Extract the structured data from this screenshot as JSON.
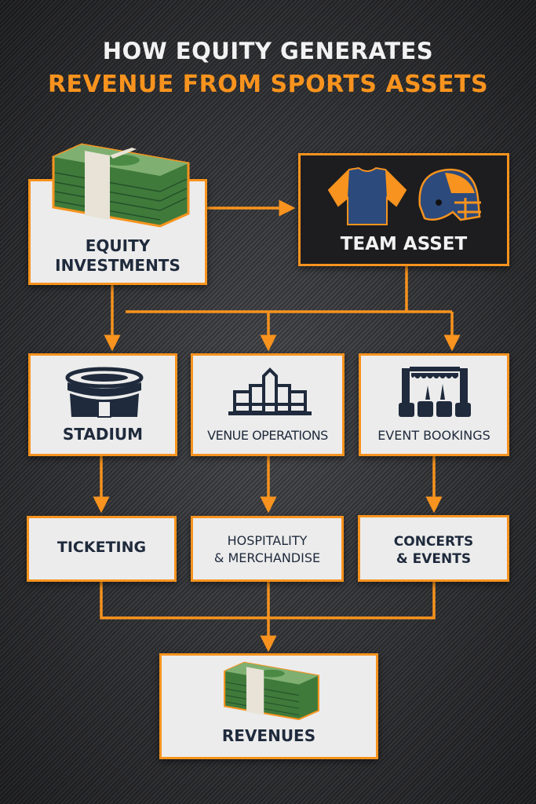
{
  "title": {
    "line1": "HOW EQUITY GENERATES",
    "line2": "REVENUE FROM SPORTS ASSETS"
  },
  "nodes": {
    "equity": {
      "label1": "EQUITY",
      "label2": "INVESTMENTS",
      "icon": "money-stack-icon"
    },
    "team": {
      "label": "TEAM ASSET",
      "icons": [
        "jersey-icon",
        "helmet-icon"
      ]
    },
    "stadium": {
      "label": "STADIUM",
      "icon": "stadium-icon"
    },
    "venue": {
      "label": "VENUE OPERATIONS",
      "icon": "building-icon"
    },
    "events": {
      "label": "EVENT BOOKINGS",
      "icon": "stage-icon"
    },
    "ticketing": {
      "label": "TICKETING"
    },
    "hospitality": {
      "label1": "HOSPITALITY",
      "label2": "& MERCHANDISE"
    },
    "concerts": {
      "label1": "CONCERTS",
      "label2": "& EVENTS"
    },
    "revenues": {
      "label": "REVENUES",
      "icon": "money-stack-icon"
    }
  },
  "colors": {
    "accent": "#f7931e",
    "navy": "#1f2a3c",
    "box": "#ececec",
    "dark_box": "#1d1d1f"
  }
}
